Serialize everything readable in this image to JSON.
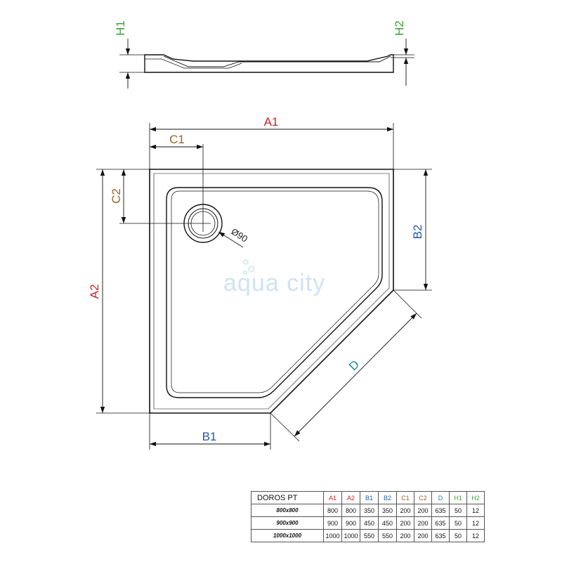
{
  "labels": {
    "h1": "H1",
    "h2": "H2",
    "a1": "A1",
    "a2": "A2",
    "b1": "B1",
    "b2": "B2",
    "c1": "C1",
    "c2": "C2",
    "d": "D",
    "drain_diameter": "Ø90"
  },
  "watermark": "aqua city",
  "colors": {
    "h": "#3aa335",
    "a": "#d0202a",
    "b": "#1f5aa8",
    "c": "#a0622a",
    "d": "#1b8a8f",
    "line": "#111111"
  },
  "table": {
    "title": "DOROS PT",
    "headers": [
      "A1",
      "A2",
      "B1",
      "B2",
      "C1",
      "C2",
      "D",
      "H1",
      "H2"
    ],
    "rows": [
      {
        "size": "800x800",
        "values": [
          "800",
          "800",
          "350",
          "350",
          "200",
          "200",
          "635",
          "50",
          "12"
        ]
      },
      {
        "size": "900x900",
        "values": [
          "900",
          "900",
          "450",
          "450",
          "200",
          "200",
          "635",
          "50",
          "12"
        ]
      },
      {
        "size": "1000x1000",
        "values": [
          "1000",
          "1000",
          "550",
          "550",
          "200",
          "200",
          "635",
          "50",
          "12"
        ]
      }
    ]
  }
}
